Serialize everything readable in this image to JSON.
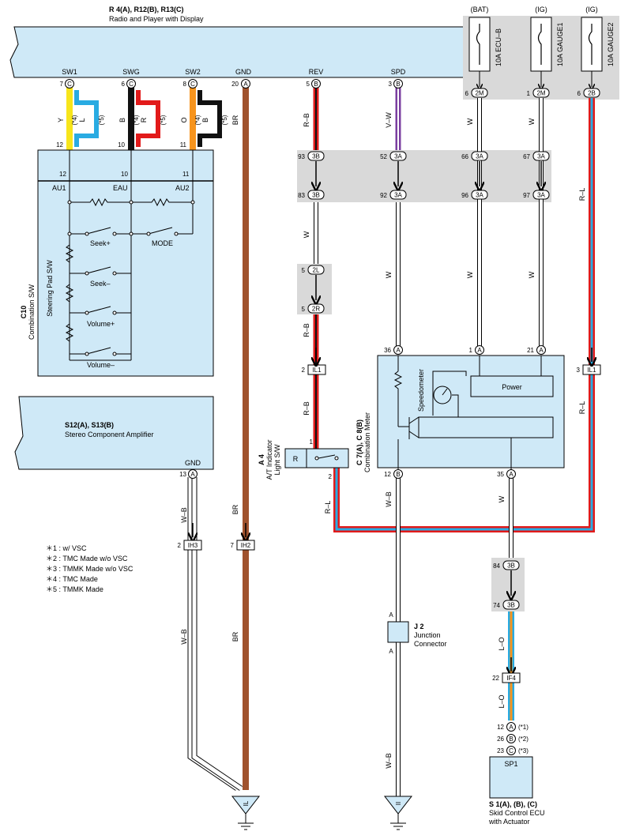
{
  "radio": {
    "code": "R 4(A), R12(B), R13(C)",
    "name": "Radio and Player with Display",
    "terminals": [
      "SW1",
      "SWG",
      "SW2",
      "GND",
      "REV",
      "SPD"
    ],
    "pins": [
      {
        "num": "7",
        "conn": "C"
      },
      {
        "num": "6",
        "conn": "C"
      },
      {
        "num": "8",
        "conn": "C"
      },
      {
        "num": "20",
        "conn": "A"
      },
      {
        "num": "5",
        "conn": "B"
      },
      {
        "num": "3",
        "conn": "B"
      }
    ]
  },
  "fuses": [
    {
      "src": "(BAT)",
      "name": "10A ECU–B",
      "pin": "6",
      "conn": "2M"
    },
    {
      "src": "(IG)",
      "name": "10A GAUGE1",
      "pin": "1",
      "conn": "2M"
    },
    {
      "src": "(IG)",
      "name": "10A GAUGE2",
      "pin": "6",
      "conn": "2B"
    }
  ],
  "wire_colors": {
    "sw1": "Y",
    "swg": "B",
    "sw2": "O",
    "gnd": "BR",
    "rev": "R–B",
    "spd": "V–W",
    "w": "W",
    "rl": "R–L",
    "wb": "W–B",
    "lo": "L–O",
    "alt_sw1": "L",
    "alt_swg": "R",
    "alt_sw2": "B",
    "note4": "(*4)",
    "note5": "(*5)"
  },
  "combination_sw": {
    "code": "C10",
    "name": "Combination S/W",
    "pad": "Steering Pad S/W",
    "pins": [
      "12",
      "10",
      "11"
    ],
    "terms": [
      "AU1",
      "EAU",
      "AU2"
    ],
    "switches": [
      "Seek+",
      "MODE",
      "Seek–",
      "Volume+",
      "Volume–"
    ],
    "wire_pins": [
      "12",
      "10",
      "11"
    ]
  },
  "amp": {
    "code": "S12(A), S13(B)",
    "name": "Stereo Component Amplifier",
    "term": "GND",
    "pin": "13",
    "conn": "A"
  },
  "jb_top": [
    {
      "top_pin": "93",
      "top_conn": "3B",
      "bot_pin": "83",
      "bot_conn": "3B"
    },
    {
      "top_pin": "52",
      "top_conn": "3A",
      "bot_pin": "92",
      "bot_conn": "3A"
    },
    {
      "top_pin": "66",
      "top_conn": "3A",
      "bot_pin": "96",
      "bot_conn": "3A"
    },
    {
      "top_pin": "67",
      "top_conn": "3A",
      "bot_pin": "97",
      "bot_conn": "3A"
    }
  ],
  "j2l": {
    "pin": "5",
    "conn": "2L"
  },
  "j2r": {
    "pin": "5",
    "conn": "2R"
  },
  "il1_left": {
    "pin": "2",
    "conn": "IL1"
  },
  "il1_right": {
    "pin": "3",
    "conn": "IL1"
  },
  "meter": {
    "code": "C 7(A), C 8(B)",
    "name": "Combination Meter",
    "speedo": "Speedometer",
    "power": "Power",
    "top_pins": [
      {
        "num": "36",
        "conn": "A"
      },
      {
        "num": "1",
        "conn": "A"
      },
      {
        "num": "21",
        "conn": "A"
      }
    ],
    "bot_pins": [
      {
        "num": "12",
        "conn": "B"
      },
      {
        "num": "35",
        "conn": "A"
      }
    ]
  },
  "atsw": {
    "code": "A 4",
    "name1": "A/T Indicator",
    "name2": "Light S/W",
    "r": "R",
    "pin_top": "1",
    "pin_bot": "2"
  },
  "jb_bottom": [
    {
      "pin": "84",
      "conn": "3B"
    },
    {
      "pin": "74",
      "conn": "3B"
    }
  ],
  "if4": {
    "pin": "22",
    "conn": "IF4"
  },
  "ih3": {
    "pin": "2",
    "conn": "IH3"
  },
  "ih2": {
    "pin": "7",
    "conn": "IH2"
  },
  "junction": {
    "code": "J 2",
    "name1": "Junction",
    "name2": "Connector",
    "a_top": "A",
    "a_bot": "A"
  },
  "skid": {
    "box": "SP1",
    "code": "S 1(A), (B), (C)",
    "name1": "Skid Control ECU",
    "name2": "with Actuator",
    "pins": [
      {
        "num": "12",
        "conn": "A",
        "note": "(*1)"
      },
      {
        "num": "26",
        "conn": "B",
        "note": "(*2)"
      },
      {
        "num": "23",
        "conn": "C",
        "note": "(*3)"
      }
    ]
  },
  "grounds": [
    "IL",
    "II"
  ],
  "notes": [
    "＊1 : w/ VSC",
    "＊2 : TMC Made w/o VSC",
    "＊3 : TMMK Made w/o VSC",
    "＊4 : TMC Made",
    "＊5 : TMMK Made"
  ],
  "colors": {
    "box": "#cfe9f7",
    "jb": "#d9d9d9",
    "yellow": "#f7e51b",
    "blue": "#29abe2",
    "red": "#e21a1a",
    "black": "#111111",
    "orange": "#f7941d",
    "brown": "#a0522d",
    "purple": "#7b3fa0"
  }
}
